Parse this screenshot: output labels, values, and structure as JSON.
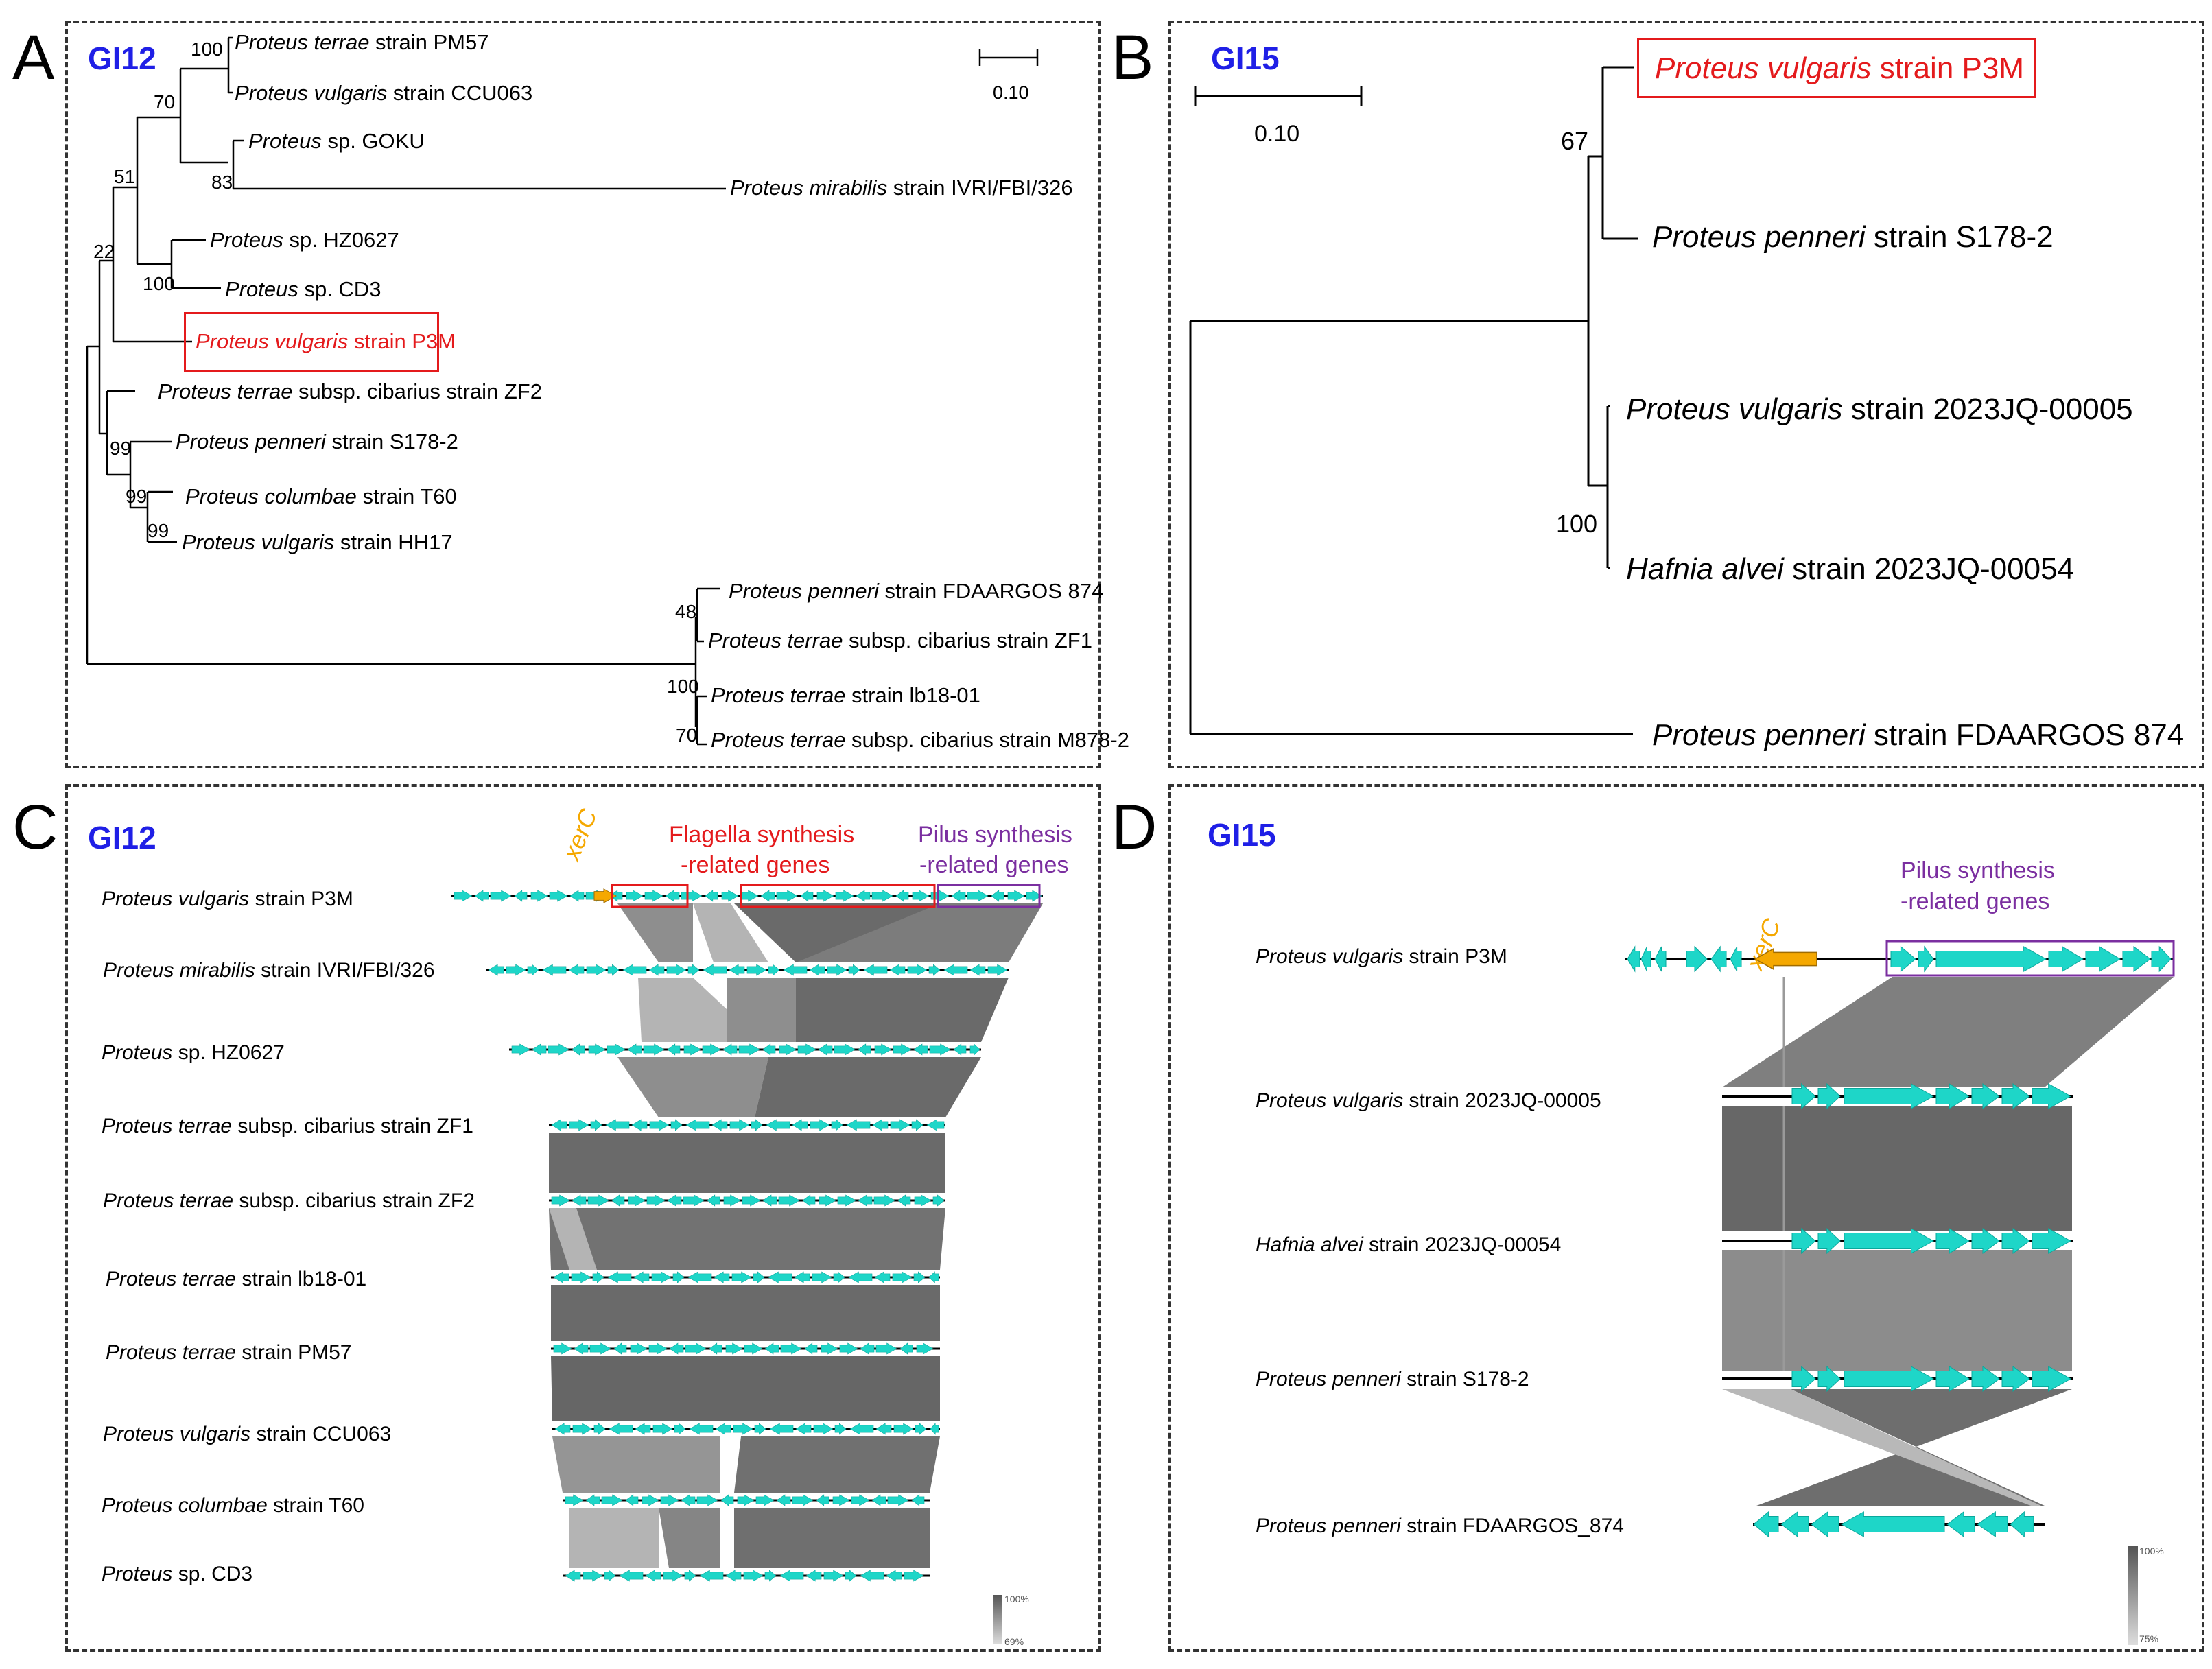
{
  "panels": {
    "A": {
      "letter": "A",
      "gi": "GI12",
      "leaves": [
        {
          "sp": "Proteus terrae",
          "rest": " strain PM57",
          "hl": false
        },
        {
          "sp": "Proteus vulgaris",
          "rest": " strain CCU063",
          "hl": false
        },
        {
          "sp": "Proteus",
          "rest": " sp. GOKU",
          "hl": false
        },
        {
          "sp": "Proteus mirabilis",
          "rest": " strain IVRI/FBI/326",
          "hl": false
        },
        {
          "sp": "Proteus",
          "rest": " sp. HZ0627",
          "hl": false
        },
        {
          "sp": "Proteus",
          "rest": " sp. CD3",
          "hl": false
        },
        {
          "sp": "Proteus vulgaris",
          "rest": " strain P3M",
          "hl": true
        },
        {
          "sp": "Proteus terrae",
          "rest": " subsp. cibarius strain ZF2",
          "hl": false
        },
        {
          "sp": "Proteus penneri",
          "rest": " strain S178-2",
          "hl": false
        },
        {
          "sp": "Proteus columbae",
          "rest": " strain T60",
          "hl": false
        },
        {
          "sp": "Proteus vulgaris",
          "rest": " strain HH17",
          "hl": false
        },
        {
          "sp": "Proteus penneri",
          "rest": " strain FDAARGOS 874",
          "hl": false
        },
        {
          "sp": "Proteus terrae",
          "rest": " subsp. cibarius strain ZF1",
          "hl": false
        },
        {
          "sp": "Proteus terrae",
          "rest": " strain lb18-01",
          "hl": false
        },
        {
          "sp": "Proteus terrae",
          "rest": " subsp. cibarius strain M878-2",
          "hl": false
        }
      ],
      "bootstrap": [
        "100",
        "70",
        "83",
        "51",
        "22",
        "100",
        "99",
        "99",
        "99",
        "48",
        "100",
        "70"
      ],
      "scale": "0.10"
    },
    "B": {
      "letter": "B",
      "gi": "GI15",
      "leaves": [
        {
          "sp": "Proteus vulgaris",
          "rest": " strain P3M",
          "hl": true
        },
        {
          "sp": "Proteus penneri",
          "rest": " strain S178-2",
          "hl": false
        },
        {
          "sp": "Proteus vulgaris",
          "rest": " strain 2023JQ-00005",
          "hl": false
        },
        {
          "sp": "Hafnia alvei",
          "rest": " strain 2023JQ-00054",
          "hl": false
        },
        {
          "sp": "Proteus penneri",
          "rest": " strain FDAARGOS 874",
          "hl": false
        }
      ],
      "bootstrap": [
        "67",
        "100"
      ],
      "scale": "0.10"
    },
    "C": {
      "letter": "C",
      "gi": "GI12",
      "xerc": "xerC",
      "flagella": [
        "Flagella synthesis",
        "-related genes"
      ],
      "pilus": [
        "Pilus synthesis",
        "-related genes"
      ],
      "tracks": [
        {
          "sp": "Proteus vulgaris",
          "rest": " strain P3M"
        },
        {
          "sp": "Proteus mirabilis",
          "rest": " strain IVRI/FBI/326"
        },
        {
          "sp": "Proteus",
          "rest": " sp. HZ0627"
        },
        {
          "sp": "Proteus terrae",
          "rest": " subsp. cibarius strain ZF1"
        },
        {
          "sp": "Proteus terrae",
          "rest": " subsp. cibarius strain ZF2"
        },
        {
          "sp": "Proteus terrae",
          "rest": " strain lb18-01"
        },
        {
          "sp": "Proteus terrae",
          "rest": " strain PM57"
        },
        {
          "sp": "Proteus vulgaris",
          "rest": " strain CCU063"
        },
        {
          "sp": "Proteus columbae",
          "rest": " strain T60"
        },
        {
          "sp": "Proteus",
          "rest": " sp. CD3"
        }
      ],
      "legend": {
        "max": "100%",
        "min": "69%"
      }
    },
    "D": {
      "letter": "D",
      "gi": "GI15",
      "xerc": "xerC",
      "pilus": [
        "Pilus synthesis",
        "-related genes"
      ],
      "tracks": [
        {
          "sp": "Proteus vulgaris",
          "rest": " strain P3M"
        },
        {
          "sp": "Proteus vulgaris",
          "rest": " strain 2023JQ-00005"
        },
        {
          "sp": "Hafnia alvei",
          "rest": " strain 2023JQ-00054"
        },
        {
          "sp": "Proteus penneri",
          "rest": " strain S178-2"
        },
        {
          "sp": "Proteus penneri",
          "rest": " strain FDAARGOS_874"
        }
      ],
      "legend": {
        "max": "100%",
        "min": "75%"
      }
    }
  },
  "colors": {
    "gene": "#1ed6c8",
    "highlight": "#e41a1c",
    "pilus": "#7b2fa0",
    "xerc": "#f5a800",
    "title": "#1f1fe6"
  }
}
